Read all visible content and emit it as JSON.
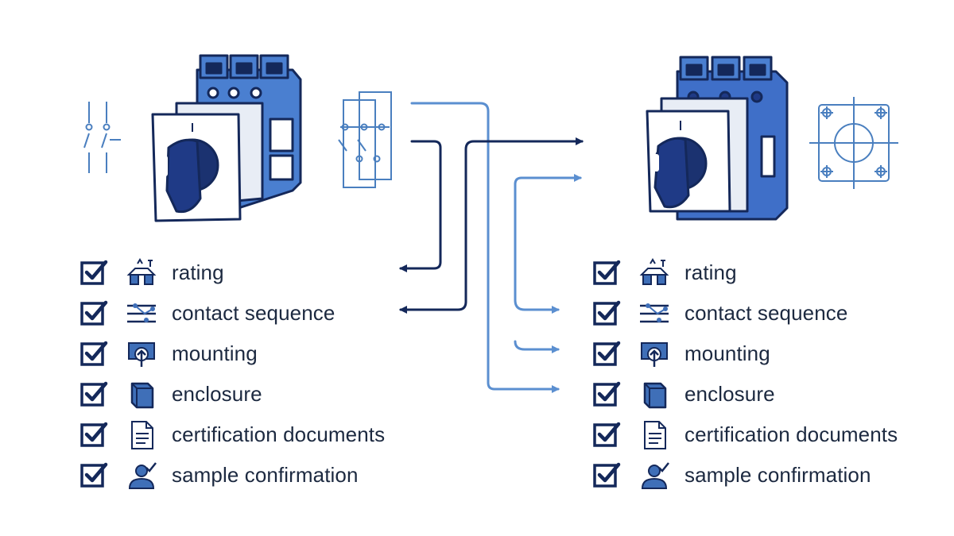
{
  "colors": {
    "navy": "#14285a",
    "blue": "#3f6fb8",
    "light_blue": "#5b8fd0",
    "schematic_blue": "#4a7fbf",
    "text": "#1c2940"
  },
  "left_checklist": {
    "items": [
      {
        "label": "rating",
        "icon": "rating-icon",
        "checked": true
      },
      {
        "label": "contact sequence",
        "icon": "contact-sequence-icon",
        "checked": true
      },
      {
        "label": "mounting",
        "icon": "mounting-icon",
        "checked": true
      },
      {
        "label": "enclosure",
        "icon": "enclosure-icon",
        "checked": true
      },
      {
        "label": "certification documents",
        "icon": "document-icon",
        "checked": true
      },
      {
        "label": "sample confirmation",
        "icon": "person-check-icon",
        "checked": true
      }
    ]
  },
  "right_checklist": {
    "items": [
      {
        "label": "rating",
        "icon": "rating-icon",
        "checked": true
      },
      {
        "label": "contact sequence",
        "icon": "contact-sequence-icon",
        "checked": true
      },
      {
        "label": "mounting",
        "icon": "mounting-icon",
        "checked": true
      },
      {
        "label": "enclosure",
        "icon": "enclosure-icon",
        "checked": true
      },
      {
        "label": "certification documents",
        "icon": "document-icon",
        "checked": true
      },
      {
        "label": "sample confirmation",
        "icon": "person-check-icon",
        "checked": true
      }
    ]
  }
}
